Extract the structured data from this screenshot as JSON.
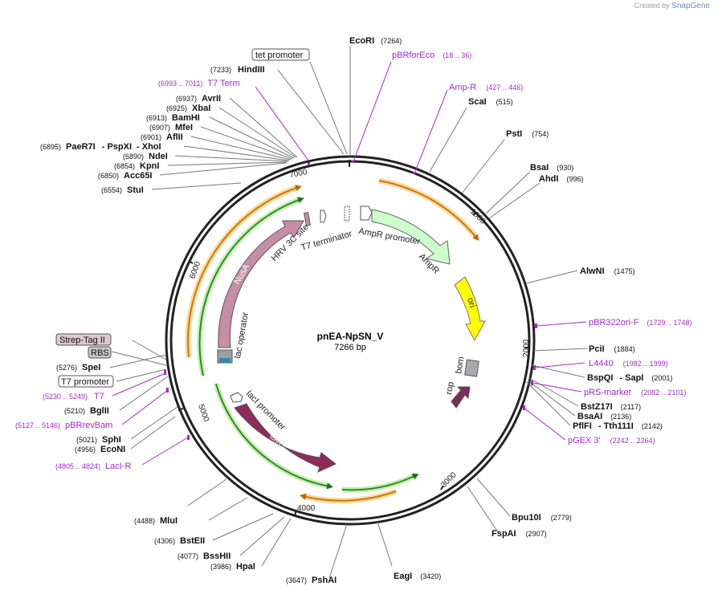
{
  "credit": {
    "prefix": "Created by",
    "brand": "SnapGene"
  },
  "plasmid": {
    "name": "pnEA-NpSN_V",
    "length_label": "7266 bp",
    "length": 7266
  },
  "colors": {
    "orange": "#f29b1b",
    "green": "#2e8b2e",
    "pink": "#c48ea4",
    "purple": "#7b2c5a",
    "yellow": "#ffff00",
    "ampR": "#ccffcc",
    "primer": "#a32cc8",
    "grey": "#a9a9a9"
  },
  "ruler": [
    "1000",
    "2000",
    "3000",
    "4000",
    "5000",
    "6000",
    "7000"
  ],
  "sites": [
    {
      "name": "EcoRI",
      "pos": "(7264)"
    },
    {
      "name": "HindIII",
      "pos": "(7233)"
    },
    {
      "name": "AvrII",
      "pos": "(6937)"
    },
    {
      "name": "XbaI",
      "pos": "(6925)"
    },
    {
      "name": "BamHI",
      "pos": "(6913)"
    },
    {
      "name": "MfeI",
      "pos": "(6907)"
    },
    {
      "name": "AflII",
      "pos": "(6901)"
    },
    {
      "name": "PaeR7I",
      "pos": "(6895)",
      "extra": [
        "- PspXI",
        "- XhoI"
      ]
    },
    {
      "name": "NdeI",
      "pos": "(6890)"
    },
    {
      "name": "KpnI",
      "pos": "(6854)"
    },
    {
      "name": "Acc65I",
      "pos": "(6850)"
    },
    {
      "name": "StuI",
      "pos": "(6554)"
    },
    {
      "name": "ScaI",
      "pos": "(515)"
    },
    {
      "name": "PstI",
      "pos": "(754)"
    },
    {
      "name": "BsaI",
      "pos": "(930)"
    },
    {
      "name": "AhdI",
      "pos": "(996)"
    },
    {
      "name": "AlwNI",
      "pos": "(1475)"
    },
    {
      "name": "PciI",
      "pos": "(1884)"
    },
    {
      "name": "BspQI",
      "pos": "(2001)",
      "extra": [
        "- SapI"
      ]
    },
    {
      "name": "BstZ17I",
      "pos": "(2117)"
    },
    {
      "name": "BsaAI",
      "pos": "(2136)"
    },
    {
      "name": "PflFI",
      "pos": "(2142)",
      "extra": [
        "- Tth111I"
      ]
    },
    {
      "name": "Bpu10I",
      "pos": "(2779)"
    },
    {
      "name": "FspAI",
      "pos": "(2907)"
    },
    {
      "name": "EagI",
      "pos": "(3420)"
    },
    {
      "name": "PshAI",
      "pos": "(3647)"
    },
    {
      "name": "HpaI",
      "pos": "(3986)"
    },
    {
      "name": "BssHII",
      "pos": "(4077)"
    },
    {
      "name": "BstEII",
      "pos": "(4306)"
    },
    {
      "name": "MluI",
      "pos": "(4488)"
    },
    {
      "name": "EcoNI",
      "pos": "(4956)"
    },
    {
      "name": "SphI",
      "pos": "(5021)"
    },
    {
      "name": "BglII",
      "pos": "(5210)"
    },
    {
      "name": "SpeI",
      "pos": "(5276)"
    }
  ],
  "primers": [
    {
      "name": "pBRforEco",
      "range": "(18 .. 36)"
    },
    {
      "name": "T7 Term",
      "range": "(6993 .. 7011)"
    },
    {
      "name": "Amp-R",
      "range": "(427 .. 446)"
    },
    {
      "name": "pBR322ori-F",
      "range": "(1729 .. 1748)"
    },
    {
      "name": "L4440",
      "range": "(1982 .. 1999)"
    },
    {
      "name": "pRS-marker",
      "range": "(2082 .. 2101)"
    },
    {
      "name": "pGEX 3'",
      "range": "(2242 .. 2264)"
    },
    {
      "name": "LacI-R",
      "range": "(4805 .. 4824)"
    },
    {
      "name": "pBRrevBam",
      "range": "(5127 .. 5146)"
    },
    {
      "name": "T7",
      "range": "(5230 .. 5249)"
    }
  ],
  "boxed": [
    "tet promoter",
    "Strep-Tag II",
    "RBS",
    "T7 promoter"
  ],
  "features": [
    "AmpR promoter",
    "AmpR",
    "ori",
    "bom",
    "rop",
    "lacI",
    "lacI promoter",
    "lac operator",
    "NusA",
    "HRV 3C site",
    "T7 terminator"
  ]
}
